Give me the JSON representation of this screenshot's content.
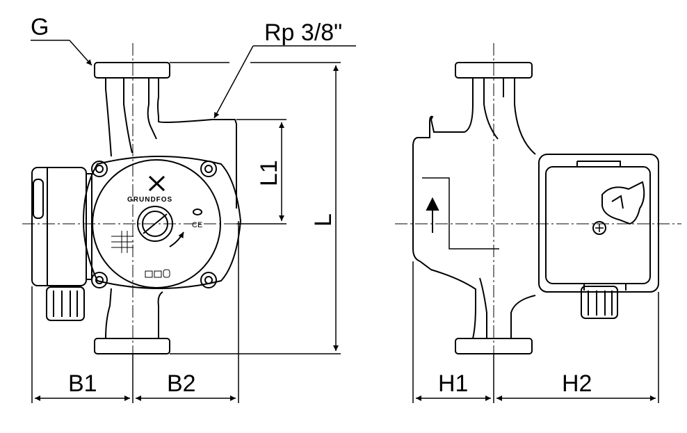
{
  "labels": {
    "g": "G",
    "rp": "Rp 3/8\"",
    "l1": "L1",
    "l": "L",
    "b1": "B1",
    "b2": "B2",
    "h1": "H1",
    "h2": "H2"
  },
  "nameplate": {
    "brand": "GRUNDFOS",
    "ce": "CE"
  },
  "colors": {
    "line": "#000000",
    "background": "#ffffff"
  }
}
